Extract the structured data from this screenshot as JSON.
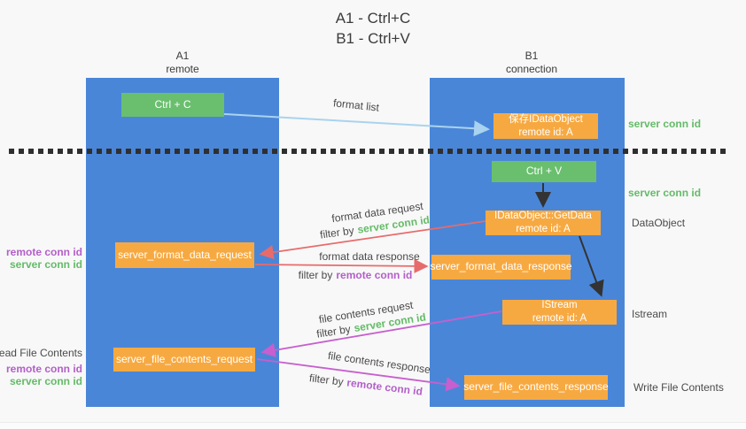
{
  "title": {
    "line1": "A1 - Ctrl+C",
    "line2": "B1 - Ctrl+V"
  },
  "lanes": {
    "left": {
      "name": "A1",
      "subtitle": "remote"
    },
    "right": {
      "name": "B1",
      "subtitle": "connection"
    }
  },
  "nodes": {
    "ctrl_c": "Ctrl + C",
    "ctrl_v": "Ctrl + V",
    "save_dataobject": {
      "line1": "保存IDataObject",
      "line2": "remote id: A"
    },
    "getdata": {
      "line1": "IDataObject::GetData",
      "line2": "remote id: A"
    },
    "istream": {
      "line1": "IStream",
      "line2": "remote id: A"
    },
    "format_request": "server_format_data_request",
    "format_response": "server_format_data_response",
    "file_request": "server_file_contents_request",
    "file_response": "server_file_contents_response"
  },
  "edge_labels": {
    "format_list": "format list",
    "format_data_request": "format data request",
    "format_data_response": "format data response",
    "file_contents_request": "file contents request",
    "file_contents_response": "file contents response",
    "filter_by": "filter by",
    "server_conn_id": "server conn id",
    "remote_conn_id": "remote conn id"
  },
  "side_labels": {
    "left": {
      "remote_conn_id": "remote conn id",
      "server_conn_id": "server conn id",
      "read_file_contents": "Read File Contents"
    },
    "right": {
      "server_conn_id": "server conn id",
      "dataobject": "DataObject",
      "istream": "Istream",
      "write_file_contents": "Write File Contents"
    }
  },
  "colors": {
    "lane_fill": "#4a86d8",
    "node_orange": "#f7a941",
    "node_green": "#6abf6e",
    "arrow_blue": "#a9d3ee",
    "arrow_red": "#e86b6b",
    "arrow_magenta": "#c75fce",
    "arrow_black": "#333333",
    "text_green": "#64bb68",
    "text_purple": "#b35fc9",
    "text_gray": "#4a4a4a",
    "separator": "#2f2f2f",
    "background": "#f8f8f8"
  }
}
